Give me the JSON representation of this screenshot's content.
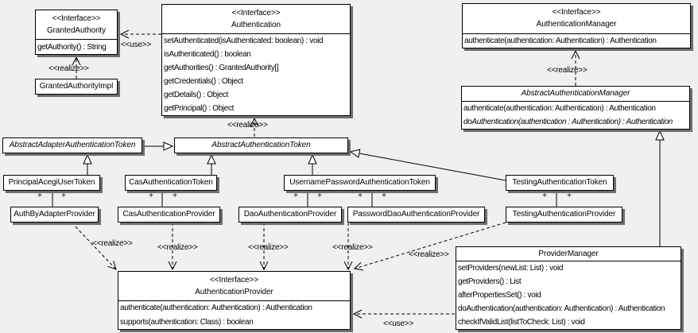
{
  "diagram": {
    "label_use": "<<use>>",
    "label_realize": "<<realize>>",
    "label_plus": "+"
  },
  "boxes": {
    "granted_authority": {
      "stereotype": "<<Interface>>",
      "name": "GrantedAuthority",
      "methods": [
        "getAuthority() : String"
      ]
    },
    "granted_authority_impl": {
      "name": "GrantedAuthorityImpl"
    },
    "authentication": {
      "stereotype": "<<Interface>>",
      "name": "Authentication",
      "methods": [
        "setAuthenticated(isAuthenticated: boolean) : void",
        "isAuthenticated() : boolean",
        "getAuthorities() : GrantedAuthority[]",
        "getCredentials() : Object",
        "getDetails() : Object",
        "getPrincipal() : Object"
      ]
    },
    "authentication_manager": {
      "stereotype": "<<Interface>>",
      "name": "AuthenticationManager",
      "methods": [
        "authenticate(authentication: Authentication) : Authentication"
      ]
    },
    "abstract_authentication_manager": {
      "name": "AbstractAuthenticationManager",
      "methods": [
        "authenticate(authentication: Authentication) : Authentication",
        "doAuthentication(authentication : Authentication) : Authentication"
      ]
    },
    "abstract_adapter_authentication_token": {
      "name": "AbstractAdapterAuthenticationToken"
    },
    "abstract_authentication_token": {
      "name": "AbstractAuthenticationToken"
    },
    "principal_acegi_user_token": {
      "name": "PrincipalAcegiUserToken"
    },
    "cas_authentication_token": {
      "name": "CasAuthenticationToken"
    },
    "username_password_authentication_token": {
      "name": "UsernamePasswordAuthenticationToken"
    },
    "testing_authentication_token": {
      "name": "TestingAuthenticationToken"
    },
    "auth_by_adapter_provider": {
      "name": "AuthByAdapterProvider"
    },
    "cas_authentication_provider": {
      "name": "CasAuthenticationProvider"
    },
    "dao_authentication_provider": {
      "name": "DaoAuthenticationProvider"
    },
    "password_dao_authentication_provider": {
      "name": "PasswordDaoAuthenticationProvider"
    },
    "testing_authentication_provider": {
      "name": "TestingAuthenticationProvider"
    },
    "authentication_provider": {
      "stereotype": "<<Interface>>",
      "name": "AuthenticationProvider",
      "methods": [
        "authenticate(authentication: Authentication) : Authentication",
        "supports(authentication: Class) : boolean"
      ]
    },
    "provider_manager": {
      "name": "ProviderManager",
      "methods": [
        "setProviders(newList: List) : void",
        "getProviders() : List",
        "afterPropertiesSet() : void",
        "doAuthentication(authentication: Authentication) : Authentication",
        "checkIfValidList(listToCheck: List) : void"
      ]
    }
  }
}
